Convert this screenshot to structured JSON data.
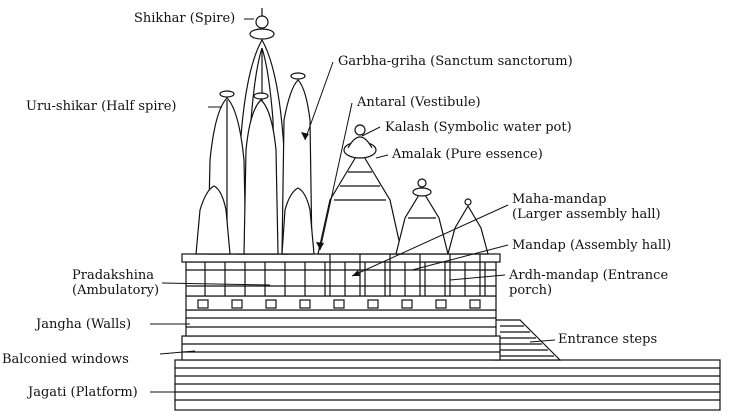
{
  "labels": {
    "shikhar": "Shikhar (Spire)",
    "uru_shikar": "Uru-shikar (Half spire)",
    "garbha_griha": "Garbha-griha (Sanctum sanctorum)",
    "antaral": "Antaral (Vestibule)",
    "kalash": "Kalash (Symbolic water pot)",
    "amalak": "Amalak (Pure essence)",
    "maha_mandap_1": "Maha-mandap",
    "maha_mandap_2": "(Larger assembly hall)",
    "mandap": "Mandap (Assembly hall)",
    "ardh_mandap_1": "Ardh-mandap (Entrance",
    "ardh_mandap_2": "porch)",
    "pradakshina_1": "Pradakshina",
    "pradakshina_2": "(Ambulatory)",
    "jangha": "Jangha (Walls)",
    "balconied": "Balconied windows",
    "entrance_steps": "Entrance steps",
    "jagati": "Jagati (Platform)"
  },
  "colors": {
    "ink": "#111111",
    "paper": "#ffffff"
  }
}
